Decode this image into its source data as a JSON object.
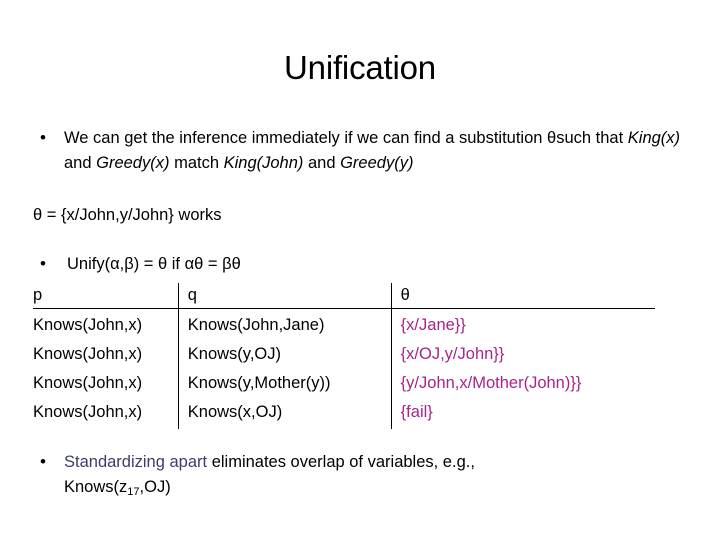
{
  "slide": {
    "title": "Unification",
    "bullet_marker": "•"
  },
  "intro": {
    "line1_pre": "We can get the inference immediately if we can find a substitution ",
    "theta_symbol": "θ",
    "line2_pre": "such that ",
    "term1": "King(x)",
    "join1": " and ",
    "term2": "Greedy(x)",
    "join2": " match ",
    "term3": "King(John)",
    "join3": " and ",
    "term4": "Greedy(y)"
  },
  "theta_line": {
    "text": "θ = {x/John,y/John} works"
  },
  "unify": {
    "text": "Unify(α,β) = θ if αθ = βθ"
  },
  "table": {
    "headers": [
      "p",
      "q",
      "θ"
    ],
    "rows": [
      {
        "p": "Knows(John,x)",
        "q": "Knows(John,Jane)",
        "theta": "{x/Jane}}"
      },
      {
        "p": "Knows(John,x)",
        "q": "Knows(y,OJ)",
        "theta": "{x/OJ,y/John}}"
      },
      {
        "p": "Knows(John,x)",
        "q": "Knows(y,Mother(y))",
        "theta": "{y/John,x/Mother(John)}}"
      },
      {
        "p": "Knows(John,x)",
        "q": "Knows(x,OJ)",
        "theta": "{fail}"
      }
    ],
    "theta_color": "#a6248c"
  },
  "standardize": {
    "highlight": "Standardizing apart",
    "rest": " eliminates overlap of variables, e.g.,",
    "line2_pre": "Knows(z",
    "line2_sub": "17",
    "line2_post": ",OJ)",
    "highlight_color": "#3c3c6e"
  }
}
